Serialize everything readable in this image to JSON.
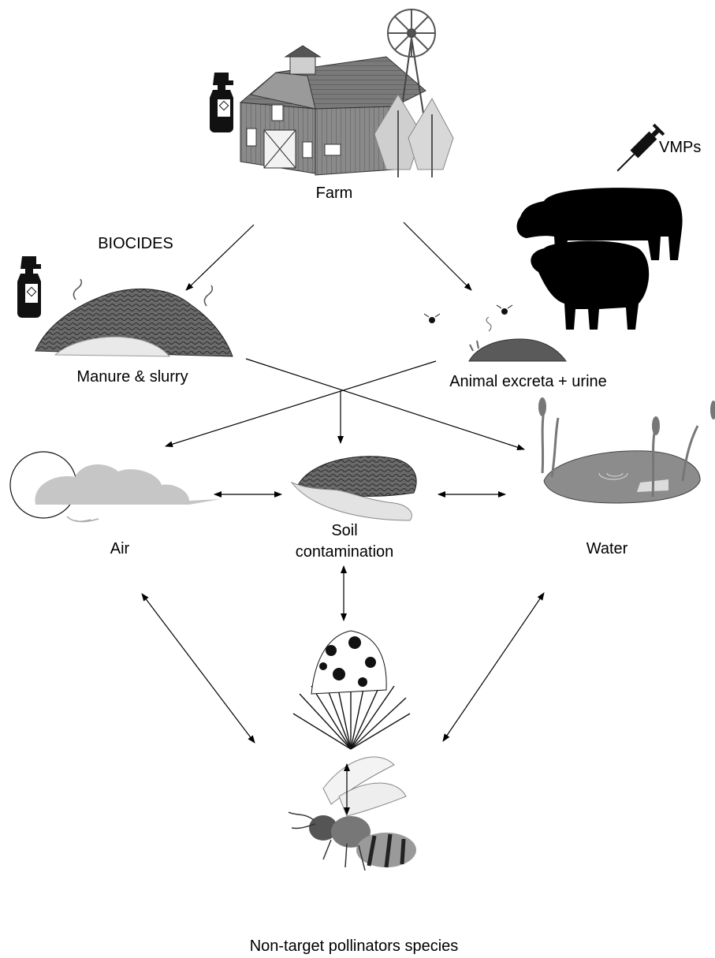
{
  "labels": {
    "farm": "Farm",
    "vmps": "VMPs",
    "biocides": "BIOCIDES",
    "manure": "Manure & slurry",
    "excreta": "Animal excreta + urine",
    "air": "Air",
    "soil_line1": "Soil",
    "soil_line2": "contamination",
    "water": "Water",
    "pollinators": "Non-target pollinators species"
  },
  "icons": [
    "barn-icon",
    "windmill-icon",
    "pine-trees-icon",
    "spray-bottle-icon",
    "syringe-icon",
    "cow-icon",
    "sheep-icon",
    "manure-pile-icon",
    "dung-with-flies-icon",
    "air-cloud-icon",
    "soil-in-hand-icon",
    "pond-icon",
    "flowers-grass-icon",
    "bee-icon"
  ],
  "colors": {
    "ink": "#000000",
    "barn": "#6e6e6e",
    "air": "#bcbcbc",
    "water": "#8a8a8a",
    "manure": "#5a5a5a"
  }
}
